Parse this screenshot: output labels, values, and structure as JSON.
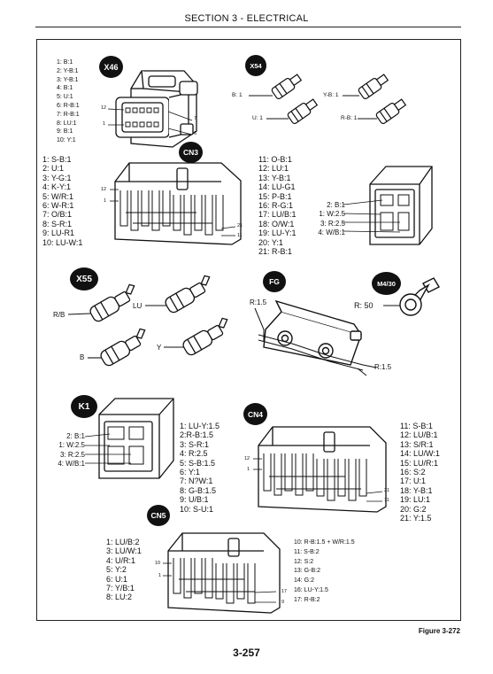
{
  "header": {
    "title": "SECTION 3 - ELECTRICAL"
  },
  "x46": {
    "badge": "X46",
    "pins": [
      "1: B:1",
      "2: Y-B:1",
      "3: Y-B:1",
      "4: B:1",
      "5: U:1",
      "6: R-B:1",
      "7: R-B:1",
      "8: LU:1",
      "9: B:1",
      "10: Y:1"
    ],
    "pin_labels": {
      "p12": "12",
      "p1": "1",
      "p7": "7",
      "p6": "6"
    }
  },
  "x54": {
    "badge": "X54",
    "wires": {
      "b": "B: 1",
      "yb": "Y-B: 1",
      "u": "U: 1",
      "rb": "R-B: 1"
    }
  },
  "cn3": {
    "badge": "CN3",
    "pins_left": [
      "1: S-B:1",
      "2: U:1",
      "3: Y-G:1",
      "4: K-Y:1",
      "5: W/R:1",
      "6: W-R:1",
      "7: O/B:1",
      "8: S-R:1",
      "9: LU-R1",
      "10: LU-W:1"
    ],
    "pins_right": [
      "11: O-B:1",
      "12: LU:1",
      "13: Y-B:1",
      "14: LU-G1",
      "15: P-B:1",
      "16: R-G:1",
      "17: LU/B:1",
      "18: O/W:1",
      "19: LU-Y:1",
      "20: Y:1",
      "21: R-B:1"
    ],
    "pin_labels": {
      "p12": "12",
      "p1": "1",
      "p21": "21",
      "p11": "11"
    },
    "side_pins": [
      "2: B:1",
      "1: W:2.5",
      "3: R:2.5",
      "4: W/B:1"
    ]
  },
  "x55": {
    "badge": "X55",
    "wires": {
      "rb": "R/B",
      "lu": "LU",
      "b": "B",
      "y": "Y"
    }
  },
  "fg": {
    "badge": "FG",
    "wire_top": "R:1.5",
    "wire_right": "R:1.5"
  },
  "m430": {
    "badge": "M4/30",
    "wire": "R: 50"
  },
  "k1": {
    "badge": "K1",
    "side_pins": [
      "2: B:1",
      "1: W:2.5",
      "3: R:2.5",
      "4: W/B:1"
    ],
    "pins": [
      "1: LU-Y:1.5",
      "2:R-B:1.5",
      "3: S-R:1",
      "4: R:2.5",
      "5: S-B:1.5",
      "6: Y:1",
      "7: N?W:1",
      "8: G-B:1.5",
      "9: U/B:1",
      "10: S-U:1"
    ]
  },
  "cn4": {
    "badge": "CN4",
    "pins": [
      "11: S-B:1",
      "12: LU/B:1",
      "13: S/R:1",
      "14: LU/W:1",
      "15: LU/R:1",
      "16: S:2",
      "17: U:1",
      "18: Y-B:1",
      "19: LU:1",
      "20: G:2",
      "21: Y:1.5"
    ],
    "pin_labels": {
      "p12": "12",
      "p1": "1",
      "p21": "21",
      "p11": "11"
    }
  },
  "cn5": {
    "badge": "CN5",
    "pins_left": [
      "1: LU/B:2",
      "3: LU/W:1",
      "4: U/R:1",
      "5: Y:2",
      "6: U:1",
      "7: Y/B:1",
      "8: LU:2"
    ],
    "pins_right": [
      "10: R-B:1.5 + W/R:1.5",
      "11: S-B:2",
      "12: S:2",
      "13: G-B:2",
      "14: G:2",
      "16: LU-Y:1.5",
      "17: R-B:2"
    ],
    "pin_labels": {
      "p10": "10",
      "p1": "1",
      "p17": "17",
      "p9": "9"
    }
  },
  "footer": {
    "figure": "Figure 3-272",
    "page_number": "3-257"
  }
}
